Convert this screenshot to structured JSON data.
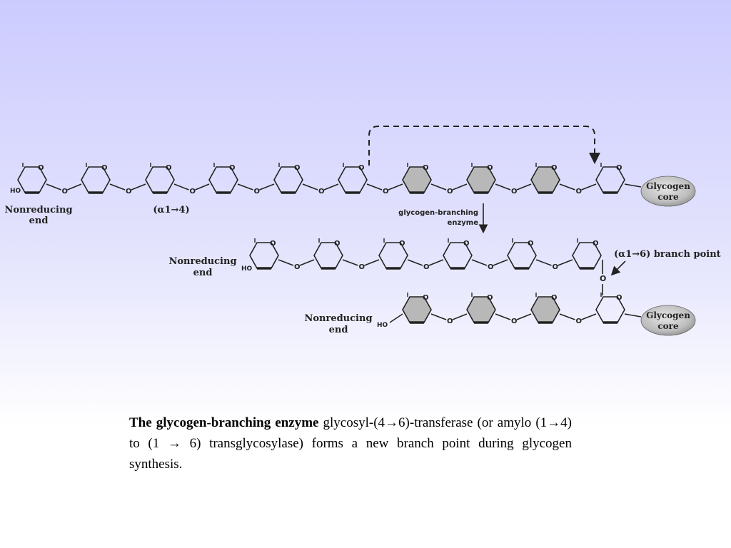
{
  "diagram": {
    "top_row": {
      "nonreducing_label_line1": "Nonreducing",
      "nonreducing_label_line2": "end",
      "ho_label": "HO",
      "linkage_label": "(α1→4)",
      "oxygen_label": "O",
      "core_label_line1": "Glycogen",
      "core_label_line2": "core"
    },
    "enzyme": {
      "label_line1": "glycogen-branching",
      "label_line2": "enzyme"
    },
    "middle_row": {
      "nonreducing_label_line1": "Nonreducing",
      "nonreducing_label_line2": "end",
      "ho_label": "HO",
      "branch_point_label": "(α1→6) branch point"
    },
    "bottom_row": {
      "nonreducing_label_line1": "Nonreducing",
      "nonreducing_label_line2": "end",
      "ho_label": "HO",
      "core_label_line1": "Glycogen",
      "core_label_line2": "core"
    },
    "colors": {
      "line": "#222222",
      "shaded_ring": "#b8b8b8",
      "core_fill": "#c8c8c8"
    }
  },
  "caption": {
    "bold_lead": "The glycogen-branching enzyme",
    "rest": " glycosyl-(4→6)-transferase (or amylo (1→4) to (1 → 6) transglycosylase) forms a new branch point during glycogen synthesis."
  }
}
